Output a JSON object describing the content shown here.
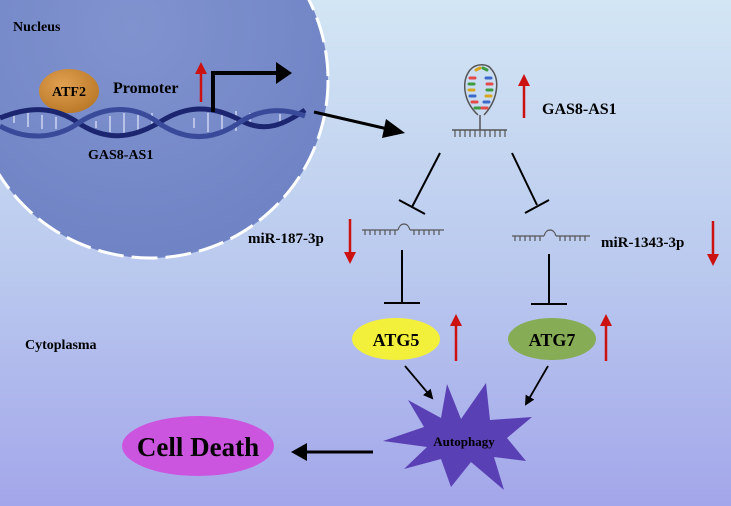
{
  "compartments": {
    "nucleus": "Nucleus",
    "cytoplasma": "Cytoplasma"
  },
  "nucleus_elements": {
    "atf2": "ATF2",
    "promoter": "Promoter",
    "gene": "GAS8-AS1"
  },
  "nodes": {
    "lncrna": "GAS8-AS1",
    "mir187": "miR-187-3p",
    "mir1343": "miR-1343-3p",
    "atg5": "ATG5",
    "atg7": "ATG7",
    "autophagy": "Autophagy",
    "cell_death": "Cell Death"
  },
  "colors": {
    "background_top": "#cfe3f3",
    "background_bottom": "#a6aaea",
    "nucleus_fill": "#7b8fcc",
    "atf2": "#c98a35",
    "atg5": "#f2f03a",
    "atg7": "#86ac55",
    "autophagy": "#5a40b5",
    "cell_death": "#cc55e0",
    "up_arrow": "#cc1111",
    "down_arrow": "#cc1111"
  },
  "regulation": {
    "promoter": "up",
    "lncrna": "up",
    "mir187": "down",
    "mir1343": "down",
    "atg5": "up",
    "atg7": "up"
  }
}
